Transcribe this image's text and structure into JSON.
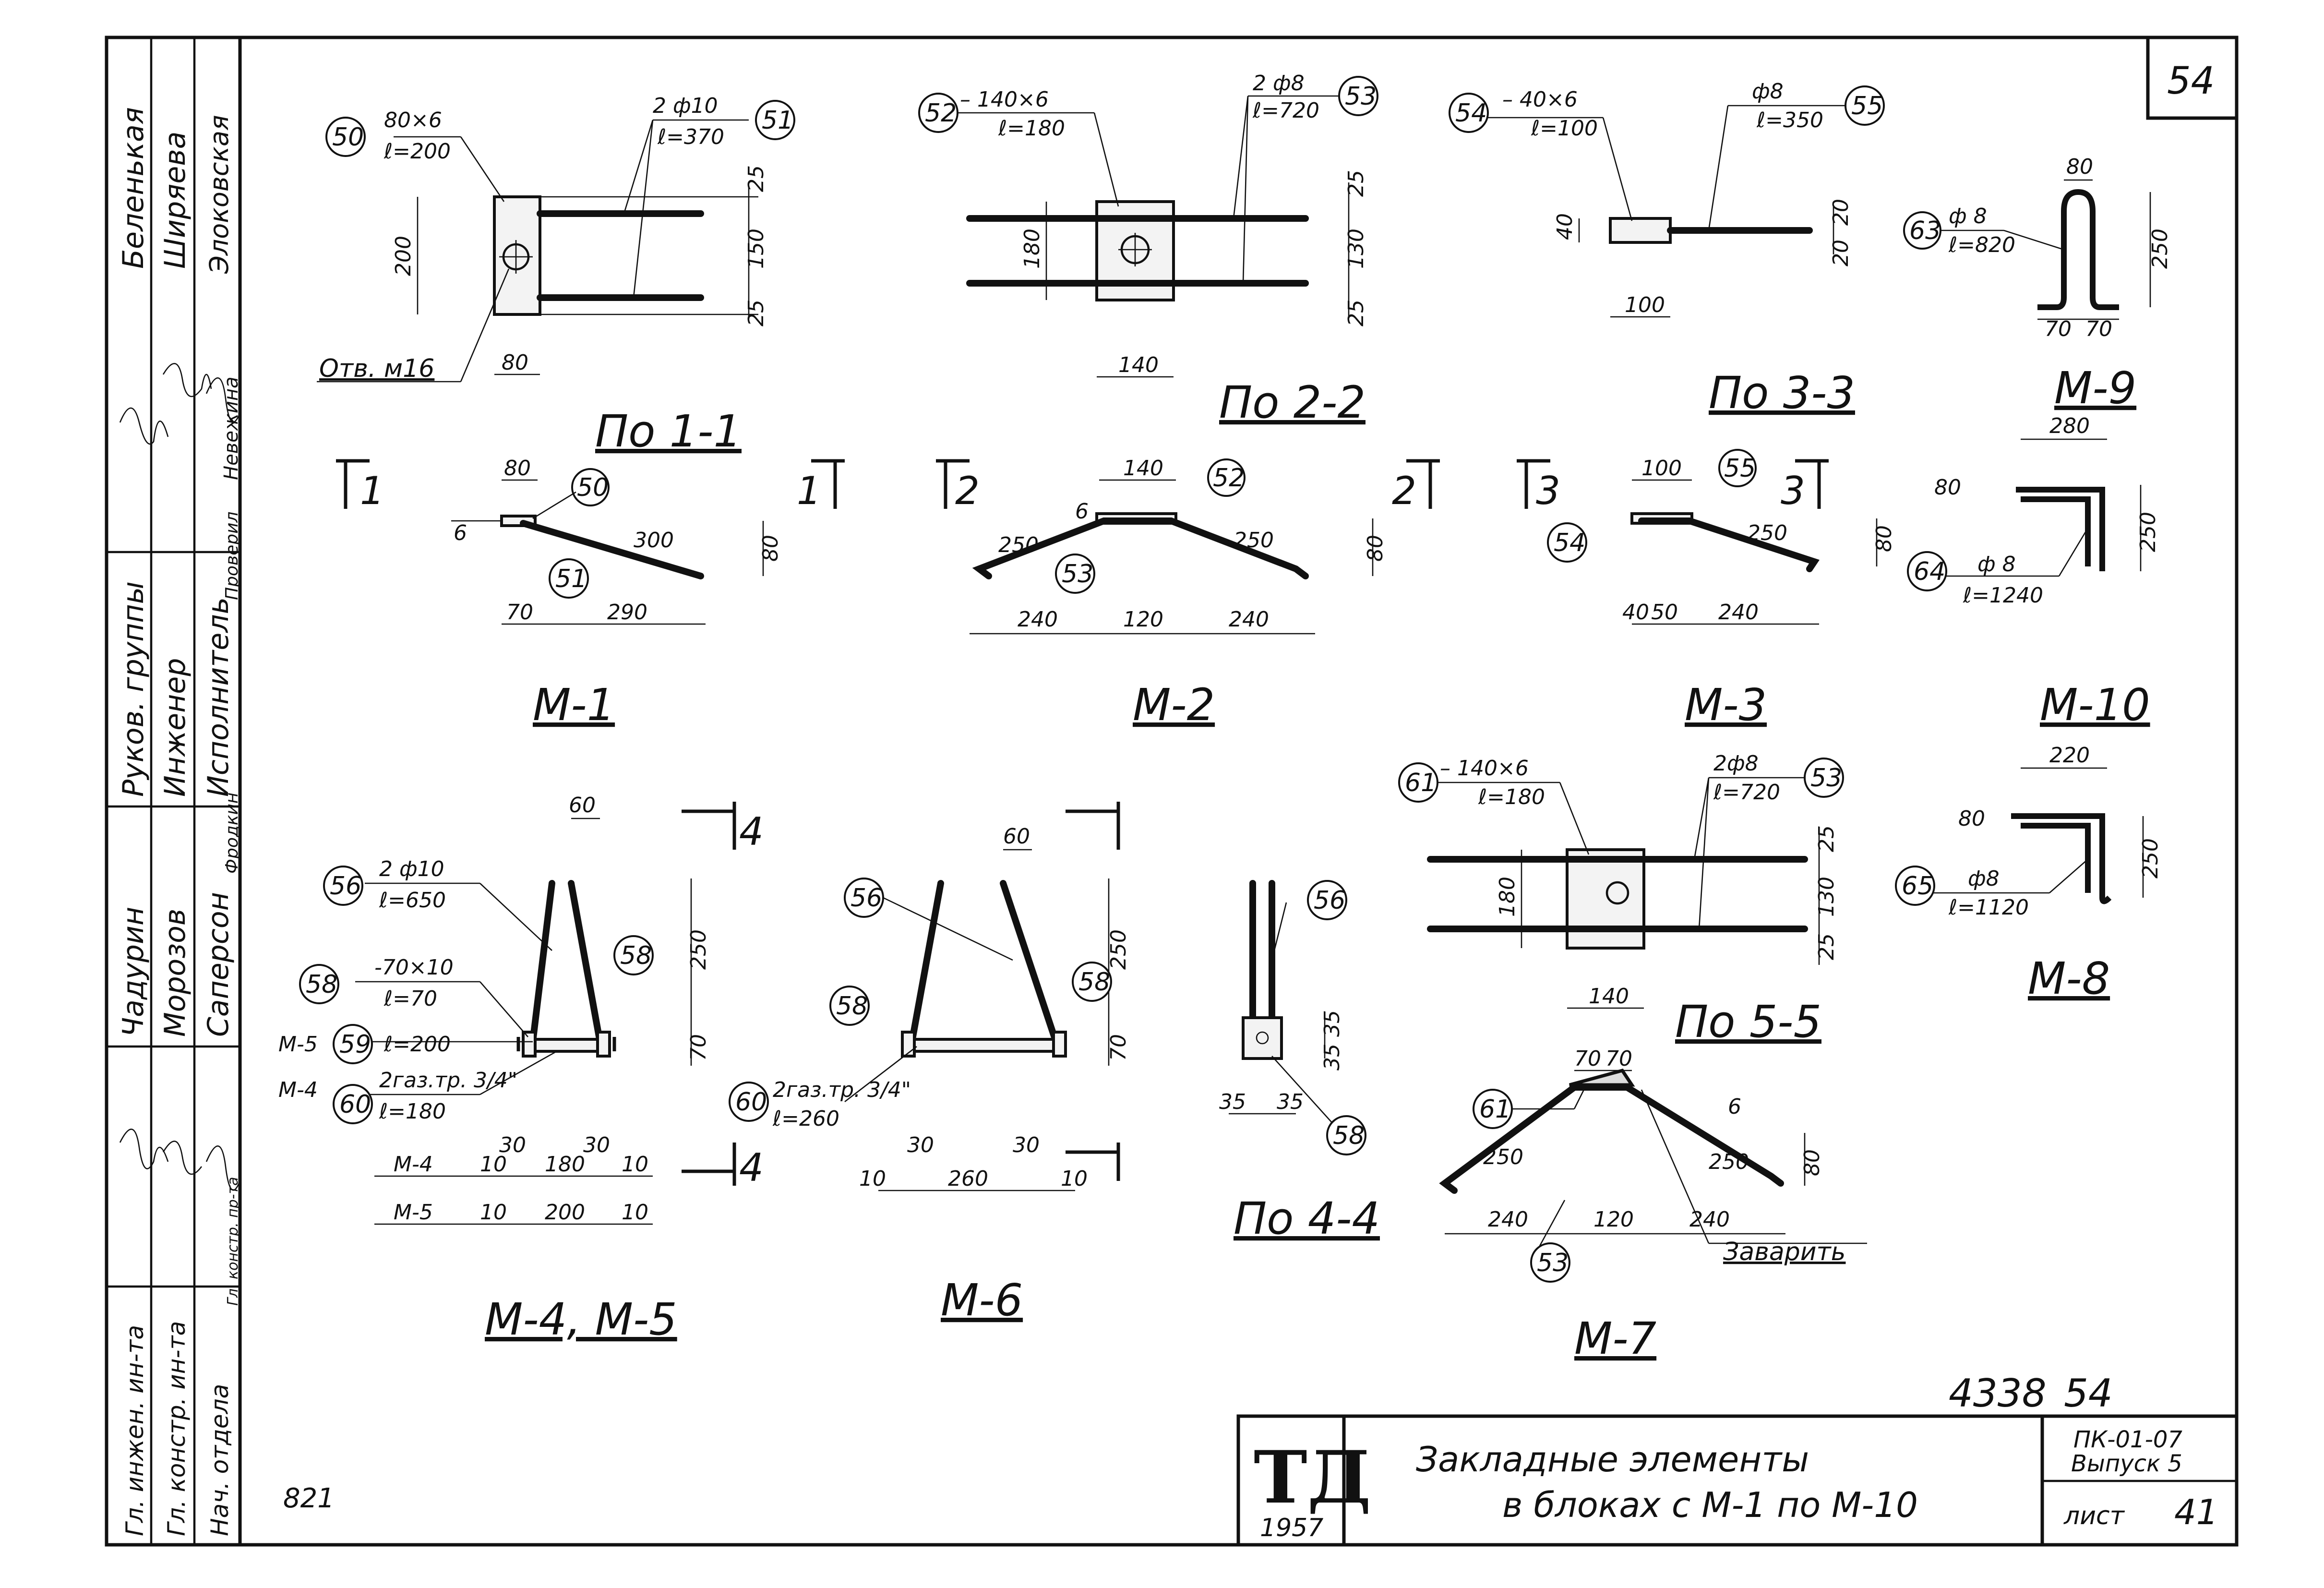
{
  "sheet": {
    "page_number": "54",
    "archive_number": "4338",
    "archive_page": "54",
    "corner_note": "821"
  },
  "side_stamp": {
    "positions": [
      "Руков. группы",
      "Инженер",
      "Исполнитель",
      "Проверил",
      "Гл. инжен. ин-та",
      "Гл. констр. ин-та",
      "Нач. отдела",
      "Гл. констр. пр-та"
    ],
    "names": [
      "Беленькая",
      "Ширяева",
      "Элоковская",
      "Невежина",
      "Чадурин",
      "Морозов",
      "Саперсон",
      "Фродкин"
    ]
  },
  "title_block": {
    "logo": "ТД",
    "year": "1957",
    "title_line1": "Закладные элементы",
    "title_line2": "в блоках с М-1 по М-10",
    "series": "ПК-01-07",
    "issue": "Выпуск 5",
    "sheet_label": "лист",
    "sheet_number": "41"
  },
  "views": [
    {
      "title": "По 1-1"
    },
    {
      "title": "По 2-2"
    },
    {
      "title": "По 3-3"
    },
    {
      "title": "По 4-4"
    },
    {
      "title": "По 5-5"
    }
  ],
  "elements": [
    "М-1",
    "М-2",
    "М-3",
    "М-4, М-5",
    "М-6",
    "М-7",
    "М-8",
    "М-9",
    "М-10"
  ],
  "section_marks": [
    "1",
    "1",
    "2",
    "2",
    "3",
    "3",
    "4",
    "4"
  ],
  "callouts": {
    "v1": {
      "num_plate": "50",
      "plate": "80×6",
      "plate_l": "ℓ=200",
      "num_bar": "51",
      "bar": "2 ф10",
      "bar_l": "ℓ=370",
      "hole": "Отв. м16",
      "d_w": "80",
      "d_h": "200",
      "d_t": "25",
      "d_m": "150",
      "d_b": "25"
    },
    "v2": {
      "num_plate": "52",
      "plate": "– 140×6",
      "plate_l": "ℓ=180",
      "num_bar": "53",
      "bar": "2 ф8",
      "bar_l": "ℓ=720",
      "d_w": "140",
      "d_h": "180",
      "d_t": "25",
      "d_m": "130",
      "d_b": "25"
    },
    "v3": {
      "num_plate": "54",
      "plate": "– 40×6",
      "plate_l": "ℓ=100",
      "num_bar": "55",
      "bar": "ф8",
      "bar_l": "ℓ=350",
      "d_w": "100",
      "d_h": "40",
      "d_t": "20",
      "d_b": "20"
    },
    "m1": {
      "d1": "80",
      "d2": "6",
      "d3": "300",
      "d4": "80",
      "d5": "70",
      "d6": "290",
      "n1": "50",
      "n2": "51"
    },
    "m2": {
      "d1": "140",
      "d2": "6",
      "d3": "250",
      "d4": "250",
      "d5": "80",
      "d6": "240",
      "d7": "120",
      "d8": "240",
      "n1": "52",
      "n2": "53"
    },
    "m3": {
      "d1": "100",
      "d2": "250",
      "d3": "80",
      "d4": "40",
      "d5": "50",
      "d6": "240",
      "n1": "54",
      "n2": "55"
    },
    "m8": {
      "num": "63",
      "bar": "ф 8",
      "bar_l": "ℓ=820",
      "d_top": "80",
      "d_h": "250",
      "d_l": "70",
      "d_r": "70"
    },
    "m9": {
      "num": "64",
      "bar": "ф 8",
      "bar_l": "ℓ=1240",
      "d_w": "280",
      "d_a": "80",
      "d_h": "250"
    },
    "m10": {
      "num": "65",
      "bar": "ф8",
      "bar_l": "ℓ=1120",
      "d_w": "220",
      "d_a": "80",
      "d_h": "250"
    },
    "m45": {
      "n56": "56",
      "bar56": "2 ф10",
      "bar56_l": "ℓ=650",
      "n58": "58",
      "pl58": "-70×10",
      "pl58_l": "ℓ=70",
      "n59": "59",
      "pre59": "М-5",
      "l59": "ℓ=200",
      "n60": "60",
      "pre60": "М-4",
      "pipe60": "2газ.тр. 3/4\"",
      "l60": "ℓ=180",
      "d_top": "60",
      "d_h": "250",
      "d_p": "70",
      "d_a": "30",
      "d_b": "30",
      "row4": "М-4",
      "r4a": "10",
      "r4b": "180",
      "r4c": "10",
      "row5": "М-5",
      "r5a": "10",
      "r5b": "200",
      "r5c": "10"
    },
    "m6": {
      "n56": "56",
      "n58a": "58",
      "n58b": "58",
      "n60": "60",
      "pipe60": "2газ.тр. 3/4\"",
      "l60": "ℓ=260",
      "d_top": "60",
      "d_h": "250",
      "d_p": "70",
      "d_a": "30",
      "d_b": "30",
      "d_l": "10",
      "d_m": "260",
      "d_r": "10"
    },
    "v4": {
      "n56": "56",
      "n58": "58",
      "d_a": "35",
      "d_b": "35",
      "d_c": "35",
      "d_d": "35"
    },
    "v5": {
      "num_plate": "61",
      "plate": "– 140×6",
      "plate_l": "ℓ=180",
      "num_bar": "53",
      "bar": "2ф8",
      "bar_l": "ℓ=720",
      "d_w": "140",
      "d_h": "180",
      "d_t": "25",
      "d_m": "130",
      "d_b": "25"
    },
    "m7": {
      "n61": "61",
      "n53": "53",
      "d1": "70",
      "d2": "70",
      "d3": "6",
      "d4": "250",
      "d5": "250",
      "d6": "80",
      "d7": "240",
      "d8": "120",
      "d9": "240",
      "weld": "Заварить"
    }
  }
}
